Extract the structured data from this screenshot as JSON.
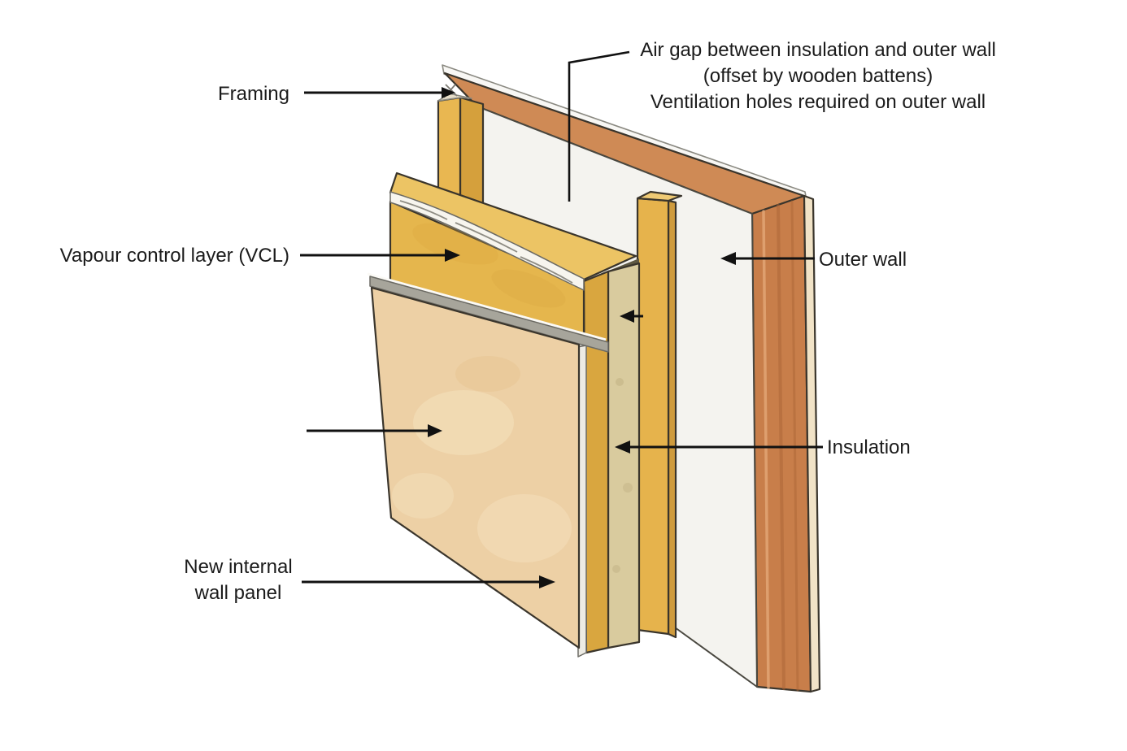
{
  "labels": {
    "framing": "Framing",
    "air_gap": [
      "Air gap between insulation and outer wall",
      "(offset by wooden battens)",
      "Ventilation holes required on outer wall"
    ],
    "vcl": "Vapour control layer (VCL)",
    "outer_wall": "Outer wall",
    "insulation": "Insulation",
    "internal_panel": [
      "New internal",
      "wall panel"
    ]
  },
  "colors": {
    "background": "#ffffff",
    "text": "#1b1b1b",
    "arrow": "#111111",
    "wall_face": "#f4f3ef",
    "wall_top_sliver": "#f8f7f4",
    "wood_band": "#cf8a55",
    "wood_side": "#c87e4a",
    "wood_grain_dark": "#a96336",
    "wood_grain_light": "#e7ae7d",
    "wood_cream_edge": "#f1e3c7",
    "stud_front": "#e9b751",
    "stud_side": "#d5a03c",
    "stud_top": "#e6ddc8",
    "batten_front": "#e6b34c",
    "batten_side": "#cf9b3d",
    "batten_top": "#efca74",
    "vcl_top": "#ecc464",
    "vcl_front": "#e5b64d",
    "vcl_side": "#d9a63f",
    "membrane": "#f7f5ee",
    "membrane_line": "#8f8d84",
    "insulation_fill": "#d9cb9e",
    "insulation_shadow": "#5f5943",
    "panel_tan": "#edd0a5",
    "panel_mottle_light": "#f6e3c0",
    "panel_edge": "#edebe4",
    "gray_strip": "#a7a59b"
  }
}
